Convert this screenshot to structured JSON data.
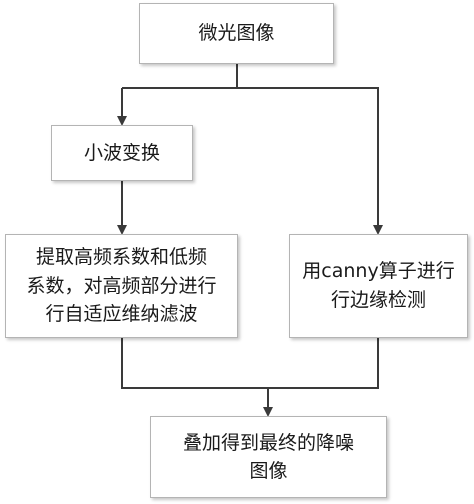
{
  "diagram": {
    "nodes": {
      "start": {
        "text": "微光图像"
      },
      "wavelet": {
        "text": "小波变换"
      },
      "extract": {
        "lines": [
          "提取高频系数和低频",
          "系数，对高频部分进行",
          "行自适应维纳滤波"
        ]
      },
      "canny": {
        "lines": [
          "用canny算子进行",
          "行边缘检测"
        ]
      },
      "result": {
        "lines": [
          "叠加得到最终的降噪",
          "图像"
        ]
      }
    },
    "line_color": "#3a3a3a",
    "border_color": "#b4b4b4"
  }
}
